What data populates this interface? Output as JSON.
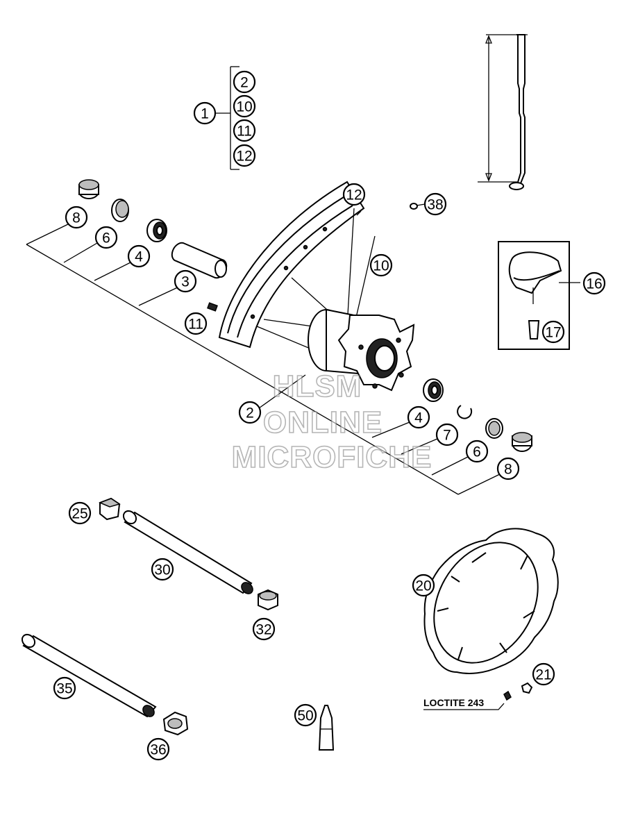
{
  "callouts": {
    "c1": "1",
    "c2a": "2",
    "c10a": "10",
    "c11a": "11",
    "c12a": "12",
    "c12b": "12",
    "c38": "38",
    "c8a": "8",
    "c6a": "6",
    "c4a": "4",
    "c3": "3",
    "c10b": "10",
    "c11b": "11",
    "c16": "16",
    "c17": "17",
    "c2b": "2",
    "c4b": "4",
    "c7": "7",
    "c6b": "6",
    "c8b": "8",
    "c25": "25",
    "c30": "30",
    "c32": "32",
    "c20": "20",
    "c21": "21",
    "c35": "35",
    "c36": "36",
    "c50": "50"
  },
  "annotation": {
    "loctite": "LOCTITE 243"
  },
  "watermark": {
    "line1": "HLSM",
    "line2": "ONLINE",
    "line3": "MICROFICHE"
  }
}
